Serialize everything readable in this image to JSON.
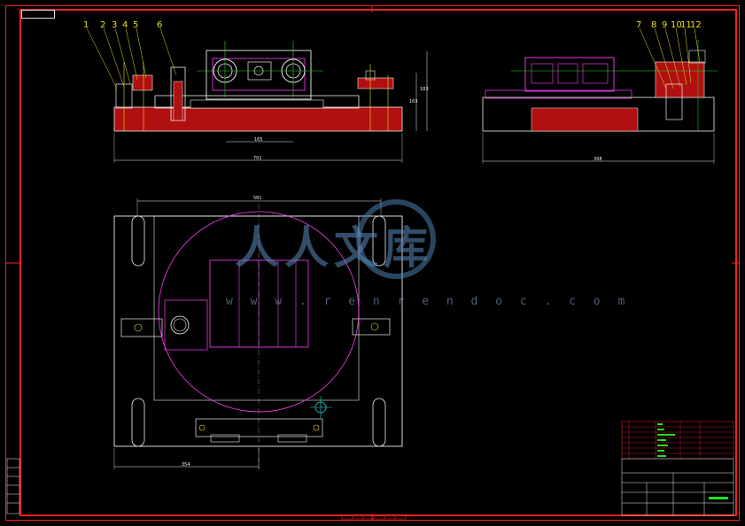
{
  "balloons": {
    "left": [
      "1",
      "2",
      "3",
      "4",
      "5",
      "6"
    ],
    "right": [
      "7",
      "8",
      "9",
      "10",
      "11",
      "12"
    ]
  },
  "watermark": {
    "brand": "人人文库",
    "url": "w w w . r e n r e n d o c . c o m"
  },
  "dimensions": {
    "front_width": "701",
    "front_center": "165",
    "front_height": "163",
    "front_overall_height": "183",
    "side_width": "398",
    "plan_width": "581",
    "plan_offset": "354"
  },
  "colors": {
    "frame": "#ff2020",
    "outline": "#f0f0f0",
    "section": "#cc1010",
    "magenta": "#ff40ff",
    "green": "#20e020",
    "cyan": "#20e0e0",
    "yellow": "#e8e020"
  }
}
